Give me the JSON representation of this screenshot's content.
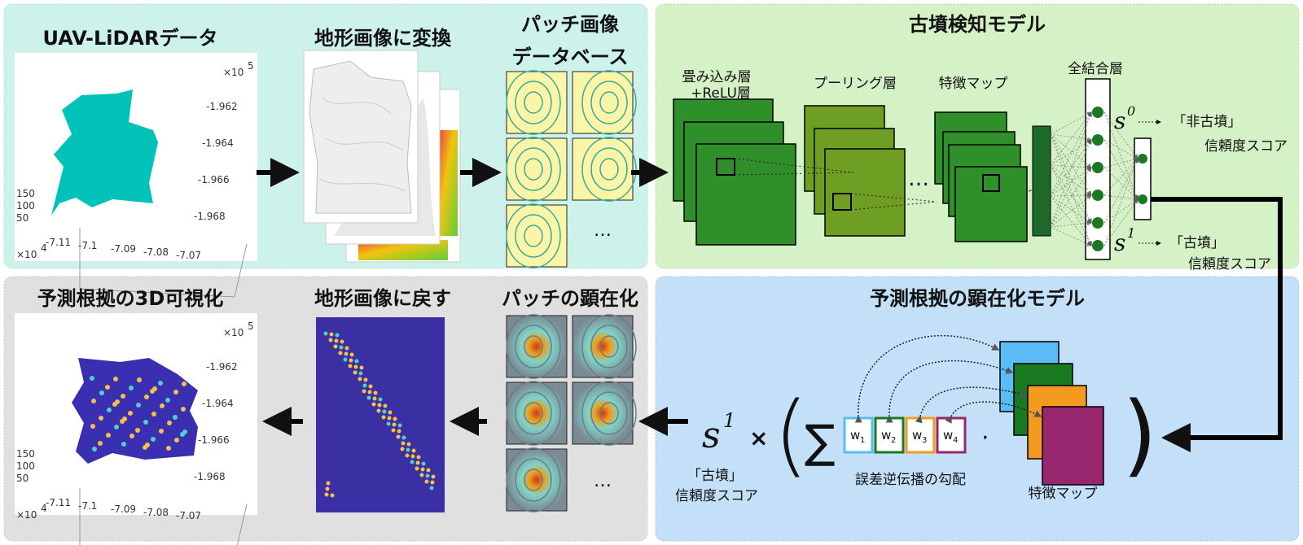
{
  "panels": {
    "input": {
      "title_lidar": "UAV-LiDARデータ",
      "title_terrain": "地形画像に変換",
      "title_patch_1": "パッチ画像",
      "title_patch_2": "データベース",
      "ellipsis": "…"
    },
    "detection": {
      "title": "古墳検知モデル",
      "conv_label_1": "畳み込み層",
      "conv_label_2": "+ReLU層",
      "pool_label": "プーリング層",
      "feature_label": "特徴マップ",
      "fc_label": "全結合層",
      "ellipsis": "…",
      "s_symbol": "s",
      "s0_sup": "0",
      "s1_sup": "1",
      "s0_class": "「非古墳」",
      "s1_class": "「古墳」",
      "score_label": "信頼度スコア"
    },
    "saliency": {
      "title": "予測根拠の顕在化モデル",
      "s_symbol": "s",
      "s1_sup": "1",
      "times": "×",
      "open_paren": "(",
      "close_paren": ")",
      "sigma": "∑",
      "dot": "·",
      "w_symbol": "w",
      "weights": [
        "1",
        "2",
        "3",
        "4"
      ],
      "gradient_label": "誤差逆伝播の勾配",
      "feature_label": "特徴マップ",
      "class_label": "「古墳」",
      "score_label": "信頼度スコア"
    },
    "output": {
      "title_3d": "予測根拠の3D可視化",
      "title_back": "地形画像に戻す",
      "title_patch": "パッチの顕在化",
      "ellipsis": "…"
    }
  },
  "plot_axes": {
    "y_ticks": [
      "-1.962",
      "-1.964",
      "-1.966",
      "-1.968"
    ],
    "x_ticks": [
      "-7.11",
      "-7.1",
      "-7.09",
      "-7.08",
      "-7.07"
    ],
    "z_ticks": [
      "150",
      "100",
      "50"
    ],
    "y_exponent_base": "×10",
    "y_exponent": "5",
    "x_exponent_base": "×10",
    "x_exponent": "4"
  },
  "colors": {
    "input_bg": "#cdf2ec",
    "detection_bg": "#d5f1c6",
    "output_bg": "#e0e0e0",
    "saliency_bg": "#c3e0f8",
    "lidar_surface": "#00c2b8",
    "w1": "#5bbcf5",
    "w2": "#1a7a22",
    "w3": "#f59a20",
    "w4": "#98266e"
  }
}
